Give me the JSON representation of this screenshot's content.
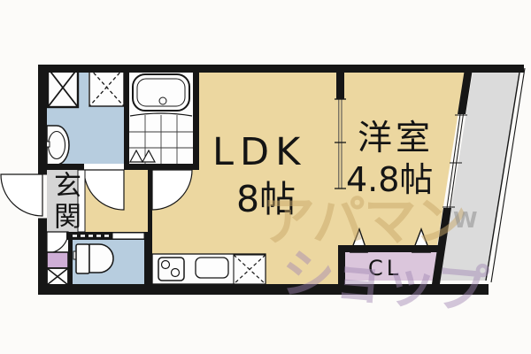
{
  "floorplan": {
    "rooms": {
      "ldk": {
        "label": "LDK",
        "size": "8帖"
      },
      "western_room": {
        "label": "洋室",
        "size": "4.8帖"
      },
      "entrance": {
        "label": "玄関"
      },
      "closet": {
        "label": "CL"
      }
    },
    "fixtures": [
      "bathtub",
      "bathroom-tile-floor",
      "bathroom-folding-door",
      "washbasin",
      "storage-box",
      "washing-machine-space",
      "toilet",
      "shoe-cabinet",
      "pipe-space",
      "kitchen-stove",
      "kitchen-sink",
      "refrigerator-space",
      "closet-folding-doors",
      "sliding-partition",
      "balcony",
      "entrance-door"
    ],
    "watermark": {
      "line1": "アパマン",
      "line2": "ショップ",
      "mark": "W"
    },
    "colors": {
      "floor_tan": "#ecd7a0",
      "water_area_blue": "#b7cddf",
      "entrance_gray": "#d5d5d5",
      "closet_pink": "#dbc6dc",
      "shoe_cabinet_purple": "#cfaed6",
      "balcony_gray": "#dbdbdb",
      "wall_black": "#161616"
    }
  }
}
